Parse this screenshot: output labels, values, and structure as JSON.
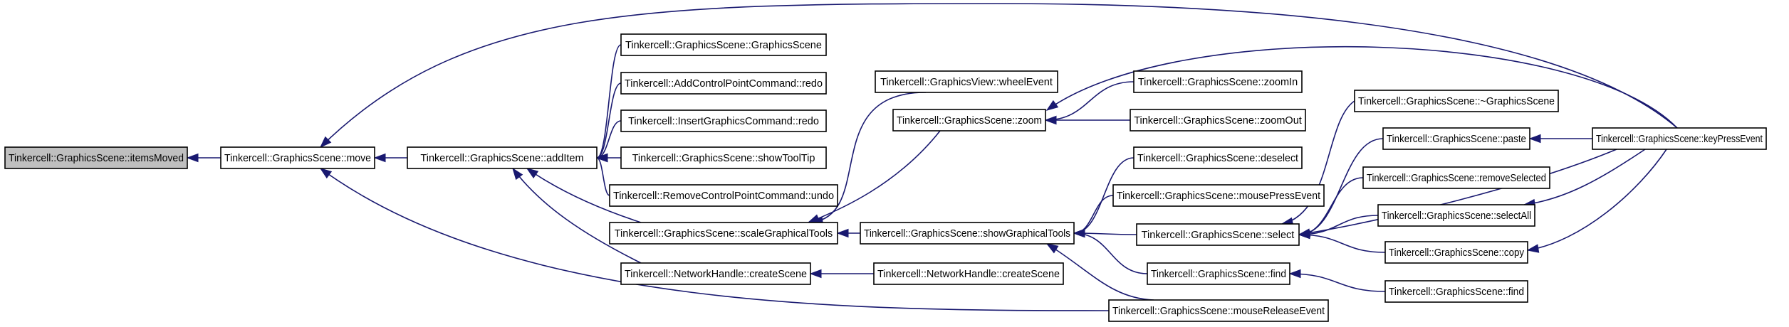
{
  "nodes": [
    {
      "id": "itemsMoved",
      "label": "Tinkercell::GraphicsScene::itemsMoved",
      "root": true
    },
    {
      "id": "move",
      "label": "Tinkercell::GraphicsScene::move"
    },
    {
      "id": "addItem",
      "label": "Tinkercell::GraphicsScene::addItem"
    },
    {
      "id": "gsCtor",
      "label": "Tinkercell::GraphicsScene::GraphicsScene"
    },
    {
      "id": "addCPRedo",
      "label": "Tinkercell::AddControlPointCommand::redo"
    },
    {
      "id": "insertRedo",
      "label": "Tinkercell::InsertGraphicsCommand::redo"
    },
    {
      "id": "showToolTip",
      "label": "Tinkercell::GraphicsScene::showToolTip"
    },
    {
      "id": "removeCPUndo",
      "label": "Tinkercell::RemoveControlPointCommand::undo"
    },
    {
      "id": "scaleTools",
      "label": "Tinkercell::GraphicsScene::scaleGraphicalTools"
    },
    {
      "id": "nhCreateScene",
      "label": "Tinkercell::NetworkHandle::createScene"
    },
    {
      "id": "wheelEvent",
      "label": "Tinkercell::GraphicsView::wheelEvent"
    },
    {
      "id": "zoom",
      "label": "Tinkercell::GraphicsScene::zoom"
    },
    {
      "id": "showTools",
      "label": "Tinkercell::GraphicsScene::showGraphicalTools"
    },
    {
      "id": "nhCreateScene2",
      "label": "Tinkercell::NetworkHandle::createScene"
    },
    {
      "id": "zoomIn",
      "label": "Tinkercell::GraphicsScene::zoomIn"
    },
    {
      "id": "zoomOut",
      "label": "Tinkercell::GraphicsScene::zoomOut"
    },
    {
      "id": "deselect",
      "label": "Tinkercell::GraphicsScene::deselect"
    },
    {
      "id": "mousePress",
      "label": "Tinkercell::GraphicsScene::mousePressEvent"
    },
    {
      "id": "select",
      "label": "Tinkercell::GraphicsScene::select"
    },
    {
      "id": "find1",
      "label": "Tinkercell::GraphicsScene::find"
    },
    {
      "id": "mouseRelease",
      "label": "Tinkercell::GraphicsScene::mouseReleaseEvent"
    },
    {
      "id": "dtor",
      "label": "Tinkercell::GraphicsScene::~GraphicsScene"
    },
    {
      "id": "paste",
      "label": "Tinkercell::GraphicsScene::paste"
    },
    {
      "id": "removeSelected",
      "label": "Tinkercell::GraphicsScene::removeSelected"
    },
    {
      "id": "selectAll",
      "label": "Tinkercell::GraphicsScene::selectAll"
    },
    {
      "id": "copy",
      "label": "Tinkercell::GraphicsScene::copy"
    },
    {
      "id": "find2",
      "label": "Tinkercell::GraphicsScene::find"
    },
    {
      "id": "keyPress",
      "label": "Tinkercell::GraphicsScene::keyPressEvent"
    }
  ],
  "edges": [
    {
      "from": "move",
      "to": "itemsMoved"
    },
    {
      "from": "addItem",
      "to": "move"
    },
    {
      "from": "keyPress",
      "to": "move"
    },
    {
      "from": "mouseRelease",
      "to": "move"
    },
    {
      "from": "gsCtor",
      "to": "addItem"
    },
    {
      "from": "addCPRedo",
      "to": "addItem"
    },
    {
      "from": "insertRedo",
      "to": "addItem"
    },
    {
      "from": "showToolTip",
      "to": "addItem"
    },
    {
      "from": "removeCPUndo",
      "to": "addItem"
    },
    {
      "from": "scaleTools",
      "to": "addItem"
    },
    {
      "from": "nhCreateScene",
      "to": "addItem"
    },
    {
      "from": "wheelEvent",
      "to": "scaleTools"
    },
    {
      "from": "zoom",
      "to": "scaleTools"
    },
    {
      "from": "showTools",
      "to": "scaleTools"
    },
    {
      "from": "nhCreateScene2",
      "to": "nhCreateScene"
    },
    {
      "from": "zoomIn",
      "to": "zoom"
    },
    {
      "from": "zoomOut",
      "to": "zoom"
    },
    {
      "from": "keyPress",
      "to": "zoom"
    },
    {
      "from": "deselect",
      "to": "showTools"
    },
    {
      "from": "mousePress",
      "to": "showTools"
    },
    {
      "from": "select",
      "to": "showTools"
    },
    {
      "from": "find1",
      "to": "showTools"
    },
    {
      "from": "mouseRelease",
      "to": "showTools"
    },
    {
      "from": "dtor",
      "to": "select"
    },
    {
      "from": "paste",
      "to": "select"
    },
    {
      "from": "removeSelected",
      "to": "select"
    },
    {
      "from": "selectAll",
      "to": "select"
    },
    {
      "from": "copy",
      "to": "select"
    },
    {
      "from": "keyPress",
      "to": "select"
    },
    {
      "from": "keyPress",
      "to": "paste"
    },
    {
      "from": "keyPress",
      "to": "selectAll"
    },
    {
      "from": "keyPress",
      "to": "copy"
    },
    {
      "from": "find2",
      "to": "find1"
    }
  ],
  "colors": {
    "edge": "#191970",
    "root_fill": "#bfbfbf",
    "node_fill": "#ffffff",
    "node_border": "#000000"
  }
}
